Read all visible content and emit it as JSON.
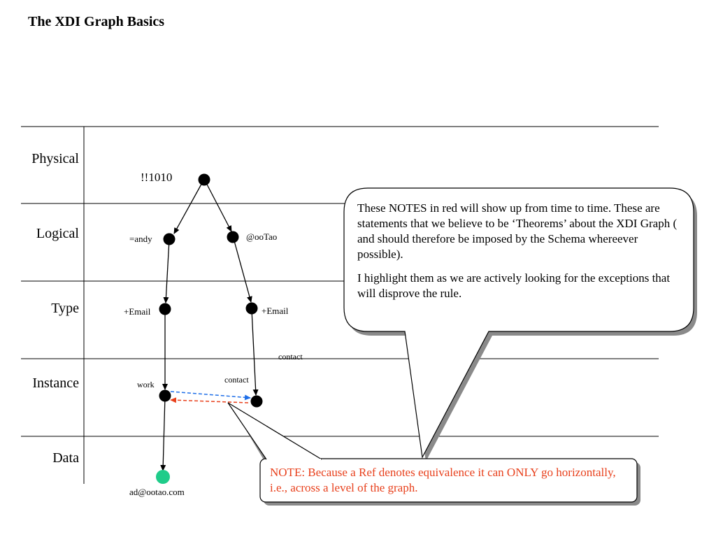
{
  "title": "The XDI Graph Basics",
  "rows": [
    "Physical",
    "Logical",
    "Type",
    "Instance",
    "Data"
  ],
  "nodes": {
    "root": "!!1010",
    "andy": "=andy",
    "ootao": "@ooTao",
    "email_left": "+Email",
    "email_right": "+Email",
    "work": "work",
    "contact_inst": "contact",
    "contact_arc": "contact",
    "data": "ad@ootao.com"
  },
  "callouts": {
    "notes_paragraph_1": "These NOTES in red will show up from time to time. These are statements that we believe to be ‘Theorems’ about the XDI Graph ( and should therefore be imposed by the Schema whereever possible).",
    "notes_paragraph_2": "I highlight them as we are actively looking for the exceptions that will disprove the rule.",
    "red_note": "NOTE: Because a Ref denotes equivalence it can ONLY go horizontally, i.e., across a level of the graph."
  },
  "colors": {
    "node": "#000000",
    "data_node": "#1fcc8a",
    "ref_forward": "#1f6fe8",
    "ref_back": "#e8401c",
    "note_text": "#e8401c"
  }
}
